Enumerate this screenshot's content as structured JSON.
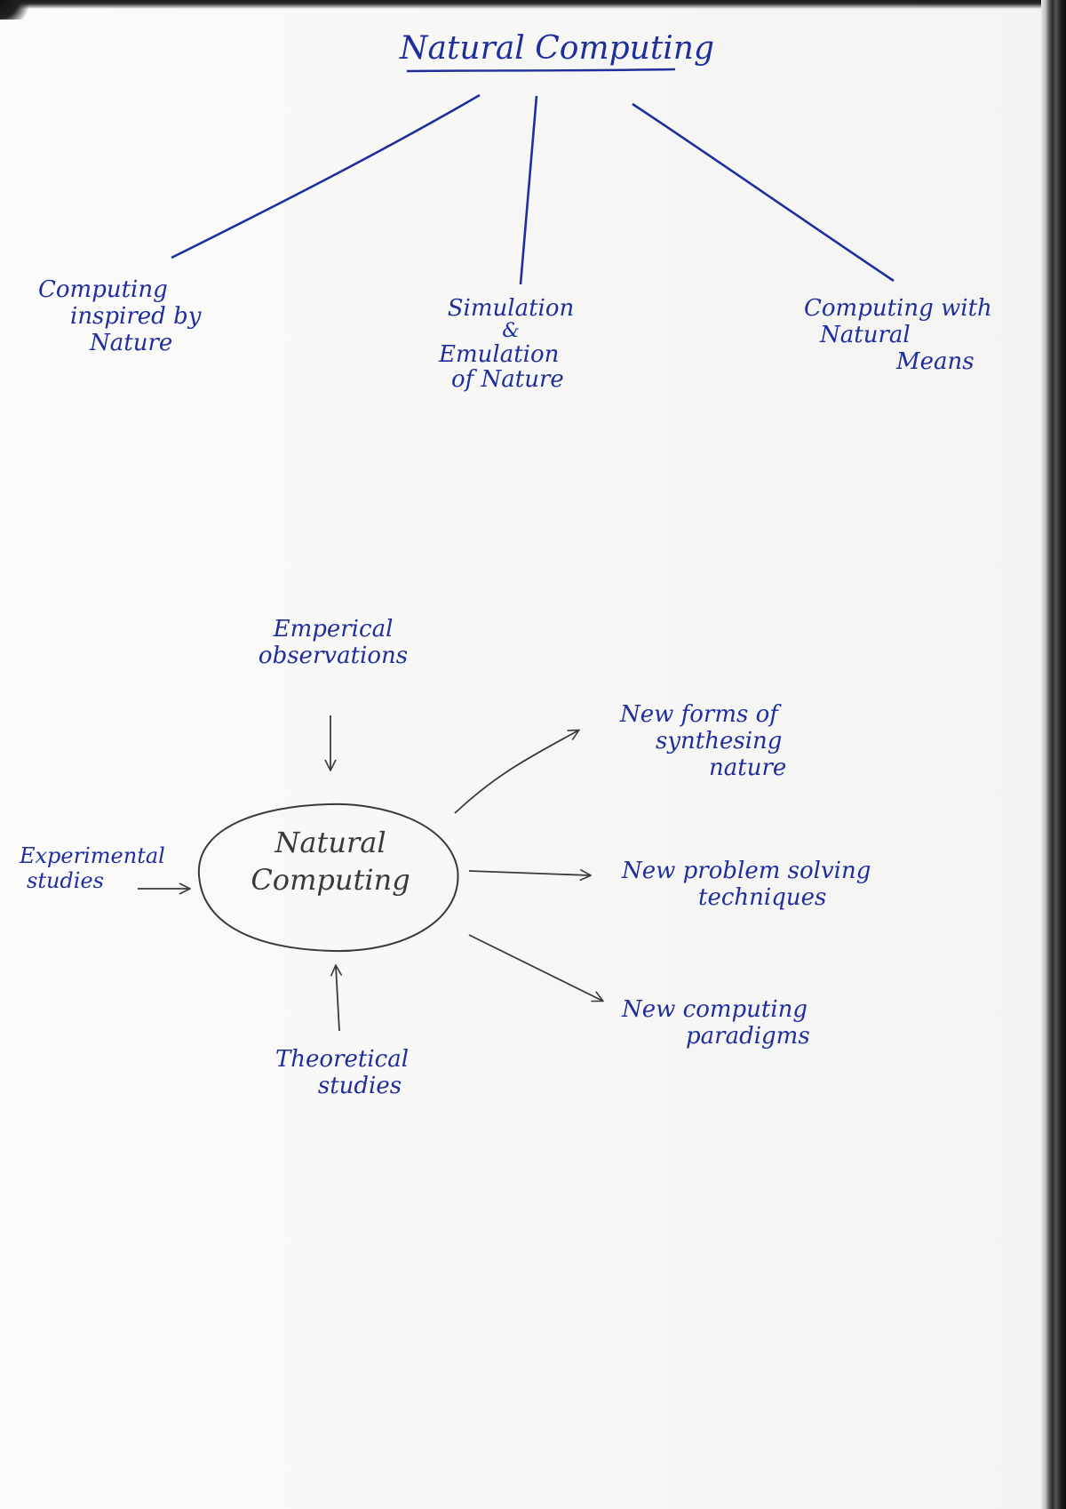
{
  "tree": {
    "title": "Natural Computing",
    "branches": [
      {
        "lines": [
          "Computing",
          "inspired by",
          "Nature"
        ]
      },
      {
        "lines": [
          "Simulation",
          "&",
          "Emulation",
          "of Nature"
        ]
      },
      {
        "lines": [
          "Computing with",
          "Natural",
          "Means"
        ]
      }
    ]
  },
  "flow": {
    "center": [
      "Natural",
      "Computing"
    ],
    "inputs": {
      "top": [
        "Emperical",
        "observations"
      ],
      "left": [
        "Experimental",
        "studies"
      ],
      "bottom": [
        "Theoretical",
        "studies"
      ]
    },
    "outputs": [
      {
        "lines": [
          "New forms of",
          "synthesing",
          "nature"
        ]
      },
      {
        "lines": [
          "New problem solving",
          "techniques"
        ]
      },
      {
        "lines": [
          "New computing",
          "paradigms"
        ]
      }
    ]
  },
  "colors": {
    "ink_blue": "#1f2e9c",
    "pencil": "#3a3a3a"
  }
}
